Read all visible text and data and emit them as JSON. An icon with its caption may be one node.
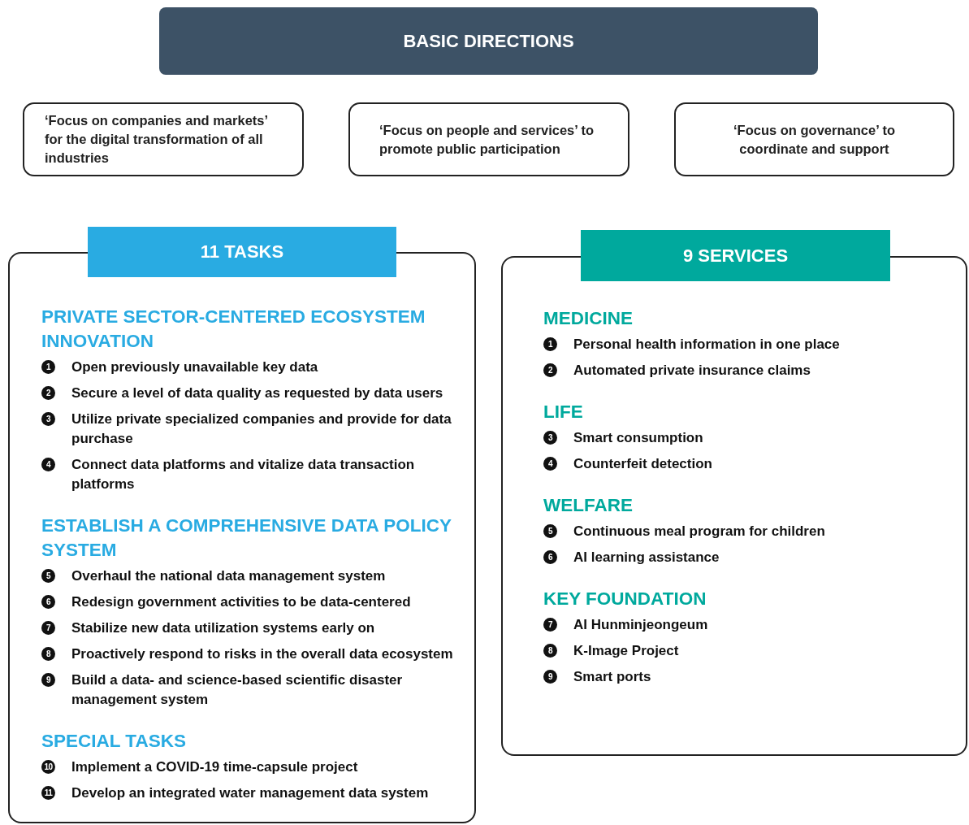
{
  "diagram": {
    "nodes": [
      {
        "text": [
          "BASIC DIRECTIONS"
        ]
      },
      {
        "text": [
          "‘Focus on companies and markets’ for the digital transformation of all industries"
        ]
      },
      {
        "text": [
          "‘Focus on people and services’ to promote public participation"
        ]
      },
      {
        "text": [
          "‘Focus on governance’ to coordinate and support"
        ]
      },
      {
        "text": [
          "PRIVATE SECTOR-CENTERED ECOSYSTEM INNOVATION",
          "1",
          "Open previously unavailable key data",
          "2",
          "Secure a level of data quality as requested by data users",
          "3",
          "Utilize private specialized companies and provide for data purchase",
          "4",
          "Connect data platforms and vitalize data transaction platforms",
          "ESTABLISH A COMPREHENSIVE DATA POLICY SYSTEM",
          "5",
          "Overhaul the national data management system",
          "6",
          "Redesign government activities to be data-centered",
          "7",
          "Stabilize new data utilization systems early on",
          "8",
          "Proactively respond to risks in the overall data ecosystem",
          "9",
          "Build a data- and science-based scientific disaster management system",
          "SPECIAL TASKS",
          "10",
          "Implement a COVID-19 time-capsule project",
          "11",
          "Develop an integrated water management data system"
        ]
      },
      {
        "text": [
          "11 TASKS"
        ]
      },
      {
        "text": [
          "MEDICINE",
          "1",
          "Personal health information in one place",
          "2",
          "Automated private insurance claims",
          "LIFE",
          "3",
          "Smart consumption",
          "4",
          "Counterfeit detection",
          "WELFARE",
          "5",
          "Continuous meal program for children",
          "6",
          "AI learning assistance",
          "KEY FOUNDATION",
          "7",
          "AI Hunminjeongeum",
          "8",
          "K-Image Project",
          "9",
          "Smart ports"
        ]
      },
      {
        "text": [
          "9 SERVICES"
        ]
      }
    ]
  }
}
